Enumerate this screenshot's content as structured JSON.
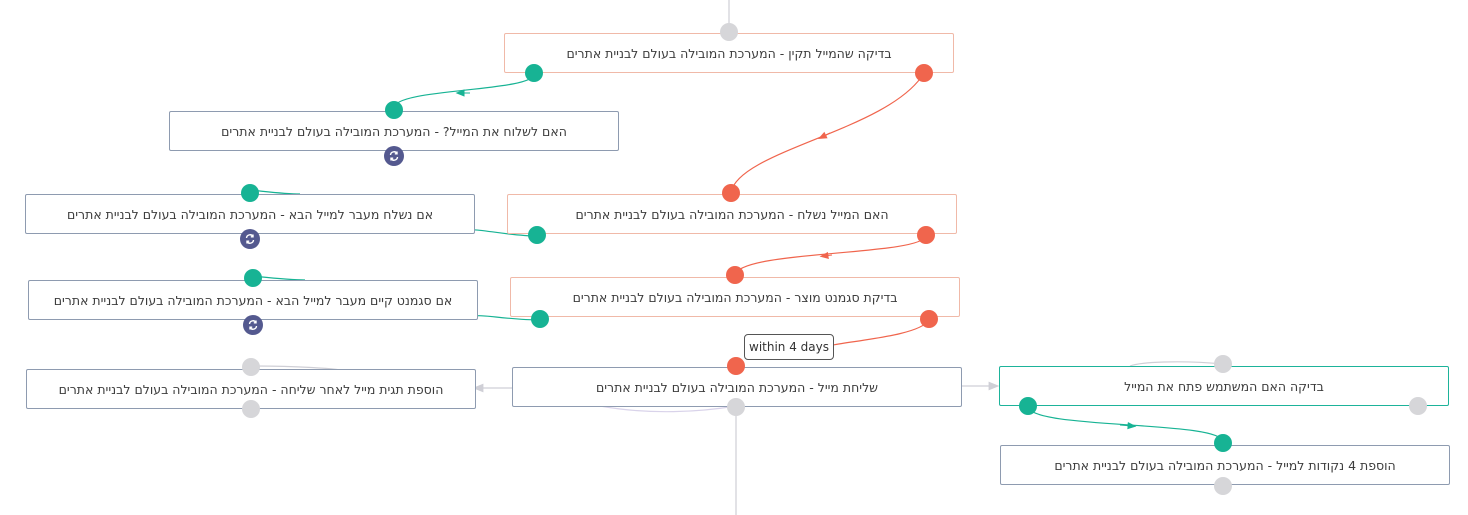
{
  "colors": {
    "yes_connector": "#17b394",
    "no_connector": "#f0654d",
    "idle_connector": "#d6d6d9",
    "box_border": "#8e9bb0",
    "highlight_border": "#1db39a",
    "repeat_icon_bg": "#54598f"
  },
  "nodes": {
    "check_email_valid": "בדיקה שהמייל תקין - המערכת המובילה בעולם לבניית אתרים",
    "should_send_email": "האם לשלוח את המייל? - המערכת המובילה בעולם לבניית אתרים",
    "if_sent_next_email": "אם נשלח מעבר למייל הבא - המערכת המובילה בעולם לבניית אתרים",
    "was_email_sent": "האם המייל נשלח - המערכת המובילה בעולם לבניית אתרים",
    "if_segment_exists": "אם סגמנט קיים מעבר למייל הבא - המערכת המובילה בעולם לבניית אתרים",
    "check_product_segment": "בדיקת סגמנט מוצר - המערכת המובילה בעולם לבניית אתרים",
    "add_post_send_tag": "הוספת תגית מייל לאחר שליחה - המערכת המובילה בעולם לבניית אתרים",
    "send_email": "שליחת מייל - המערכת המובילה בעולם לבניית אתרים",
    "check_user_opened": "בדיקה האם המשתמש פתח את המייל",
    "add_4_points": "הוספת 4 נקודות למייל - המערכת המובילה בעולם לבניית אתרים"
  },
  "delay_label": "within 4 days",
  "icons": {
    "repeat": "repeat-icon"
  }
}
